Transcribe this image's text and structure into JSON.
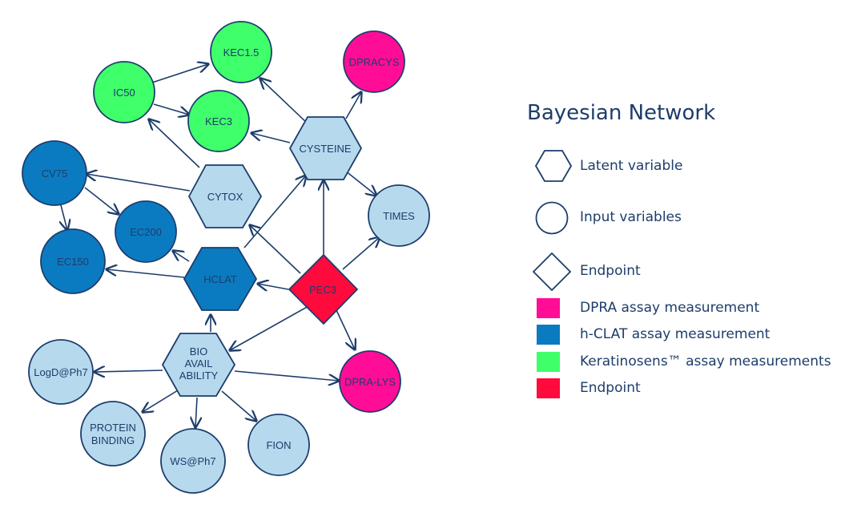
{
  "diagram": {
    "nodes": {
      "kec15": "KEC1.5",
      "dpracys": "DPRACYS",
      "ic50": "IC50",
      "kec3": "KEC3",
      "cysteine": "CYSTEINE",
      "cv75": "CV75",
      "cytox": "CYTOX",
      "times": "TIMES",
      "ec200": "EC200",
      "ec150": "EC150",
      "hclat": "HCLAT",
      "pec3": "PEC3",
      "bio_line1": "BIO",
      "bio_line2": "AVAIL",
      "bio_line3": "ABILITY",
      "logd": "LogD@Ph7",
      "dpralys": "DPRA-LYS",
      "protein_line1": "PROTEIN",
      "protein_line2": "BINDING",
      "ws": "WS@Ph7",
      "fion": "FION"
    }
  },
  "legend": {
    "title": "Bayesian Network",
    "latent": "Latent variable",
    "input": "Input variables",
    "endpoint_shape": "Endpoint",
    "dpra": "DPRA assay measurement",
    "hclat": "h-CLAT assay measurement",
    "keratinosens": "Keratinosens™ assay measurements",
    "endpoint_color": "Endpoint"
  },
  "colors": {
    "pink": "#ff0d96",
    "blue": "#0b7bc1",
    "green": "#3fff6a",
    "red": "#ff0a3c",
    "light": "#b6d9ee",
    "stroke": "#1d3d6b"
  }
}
